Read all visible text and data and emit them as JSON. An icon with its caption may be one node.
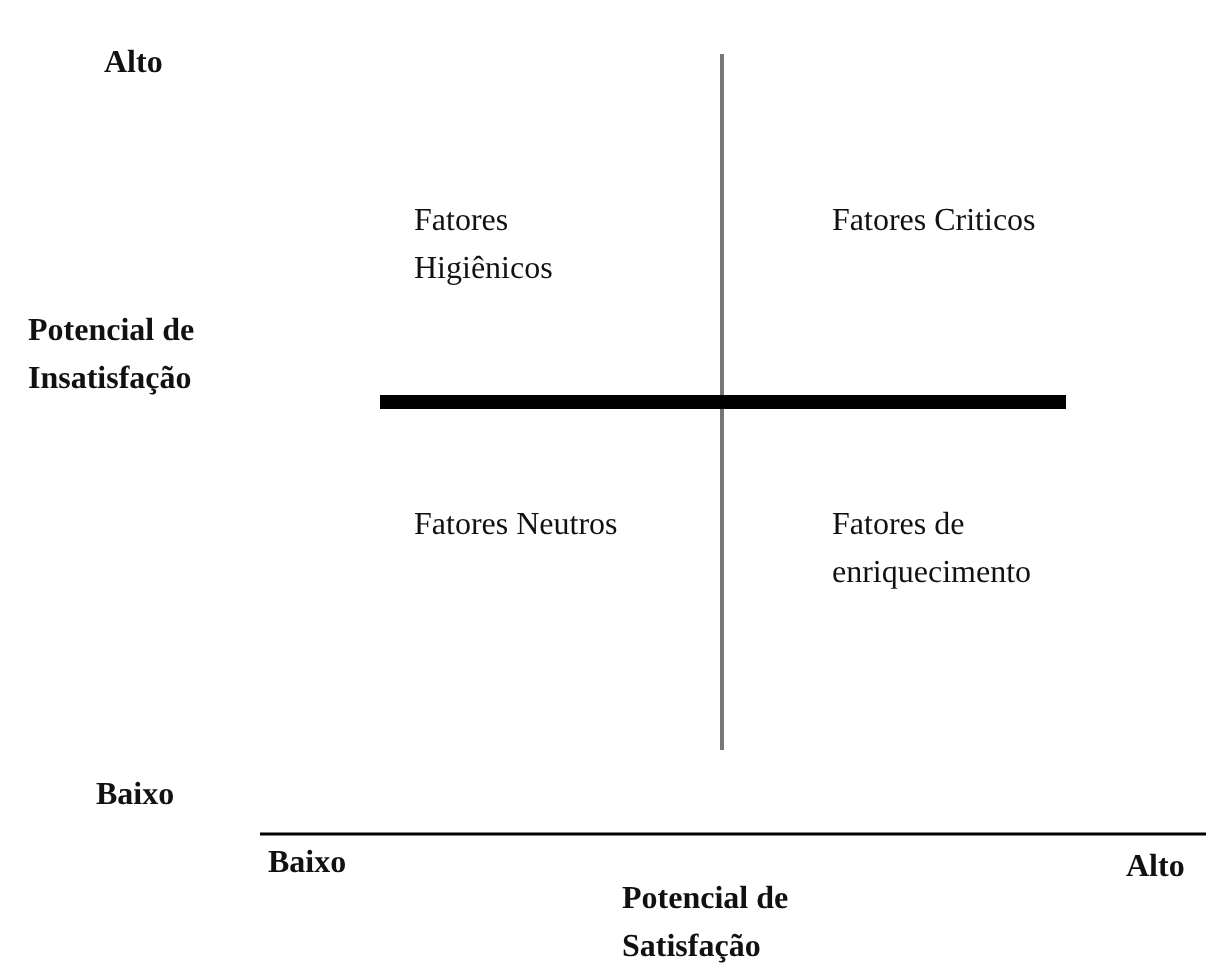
{
  "diagram": {
    "labels": [
      "Alto",
      "Fatores Higiênicos",
      "Fatores Criticos",
      "Potencial de Insatisfação",
      "Fatores Neutros",
      "Fatores de enriquecimento",
      "Baixo",
      "Baixo",
      "Potencial de Satisfação",
      "Alto"
    ]
  }
}
